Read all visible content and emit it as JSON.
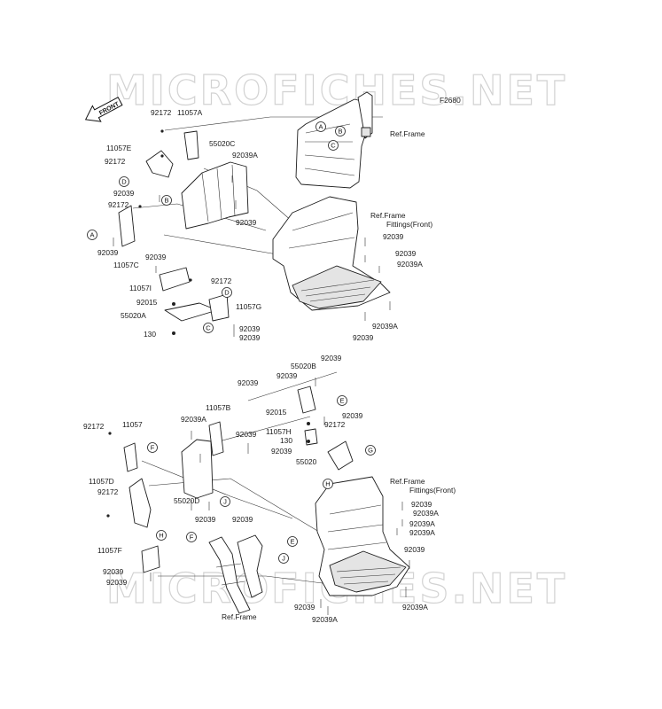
{
  "watermark": "MICROFICHES.NET",
  "figure_code": "F2680",
  "front_badge": "FRONT",
  "callouts_top": [
    "A",
    "B",
    "C",
    "D",
    "B",
    "D",
    "A",
    "C"
  ],
  "callouts_bottom": [
    "E",
    "F",
    "G",
    "H",
    "J",
    "F",
    "H",
    "J",
    "E"
  ],
  "labels_top": [
    {
      "id": "t1",
      "text": "92172"
    },
    {
      "id": "t2",
      "text": "11057A"
    },
    {
      "id": "t3",
      "text": "11057E"
    },
    {
      "id": "t4",
      "text": "92172"
    },
    {
      "id": "t5",
      "text": "55020C"
    },
    {
      "id": "t6",
      "text": "92039A"
    },
    {
      "id": "t7",
      "text": "92039"
    },
    {
      "id": "t8",
      "text": "92172"
    },
    {
      "id": "t9",
      "text": "92039"
    },
    {
      "id": "t10",
      "text": "92039"
    },
    {
      "id": "t11",
      "text": "11057C"
    },
    {
      "id": "t12",
      "text": "92039"
    },
    {
      "id": "t13",
      "text": "11057I"
    },
    {
      "id": "t14",
      "text": "92172"
    },
    {
      "id": "t15",
      "text": "92015"
    },
    {
      "id": "t16",
      "text": "11057G"
    },
    {
      "id": "t17",
      "text": "55020A"
    },
    {
      "id": "t18",
      "text": "130"
    },
    {
      "id": "t19",
      "text": "92039"
    },
    {
      "id": "t20",
      "text": "92039"
    },
    {
      "id": "t21",
      "text": "Ref.Frame"
    },
    {
      "id": "t22",
      "text": "Ref.Frame"
    },
    {
      "id": "t23",
      "text": "Fittings(Front)"
    },
    {
      "id": "t24",
      "text": "92039"
    },
    {
      "id": "t25",
      "text": "92039"
    },
    {
      "id": "t26",
      "text": "92039A"
    },
    {
      "id": "t27",
      "text": "92039A"
    },
    {
      "id": "t28",
      "text": "92039"
    }
  ],
  "labels_bottom": [
    {
      "id": "b1",
      "text": "92039"
    },
    {
      "id": "b2",
      "text": "55020B"
    },
    {
      "id": "b3",
      "text": "92039"
    },
    {
      "id": "b4",
      "text": "92039"
    },
    {
      "id": "b5",
      "text": "11057B"
    },
    {
      "id": "b6",
      "text": "92039A"
    },
    {
      "id": "b7",
      "text": "92015"
    },
    {
      "id": "b8",
      "text": "92039"
    },
    {
      "id": "b9",
      "text": "11057H"
    },
    {
      "id": "b10",
      "text": "92172"
    },
    {
      "id": "b11",
      "text": "92172"
    },
    {
      "id": "b12",
      "text": "11057"
    },
    {
      "id": "b13",
      "text": "92039"
    },
    {
      "id": "b14",
      "text": "130"
    },
    {
      "id": "b15",
      "text": "92039"
    },
    {
      "id": "b16",
      "text": "55020"
    },
    {
      "id": "b17",
      "text": "11057D"
    },
    {
      "id": "b18",
      "text": "92172"
    },
    {
      "id": "b19",
      "text": "55020D"
    },
    {
      "id": "b20",
      "text": "92039"
    },
    {
      "id": "b21",
      "text": "92039"
    },
    {
      "id": "b22",
      "text": "Ref.Frame"
    },
    {
      "id": "b23",
      "text": "Fittings(Front)"
    },
    {
      "id": "b24",
      "text": "92039"
    },
    {
      "id": "b25",
      "text": "92039A"
    },
    {
      "id": "b26",
      "text": "92039A"
    },
    {
      "id": "b27",
      "text": "92039A"
    },
    {
      "id": "b28",
      "text": "11057F"
    },
    {
      "id": "b29",
      "text": "92039"
    },
    {
      "id": "b30",
      "text": "92039"
    },
    {
      "id": "b31",
      "text": "92039"
    },
    {
      "id": "b32",
      "text": "92039"
    },
    {
      "id": "b33",
      "text": "92039A"
    },
    {
      "id": "b34",
      "text": "92039A"
    },
    {
      "id": "b35",
      "text": "Ref.Frame"
    }
  ]
}
